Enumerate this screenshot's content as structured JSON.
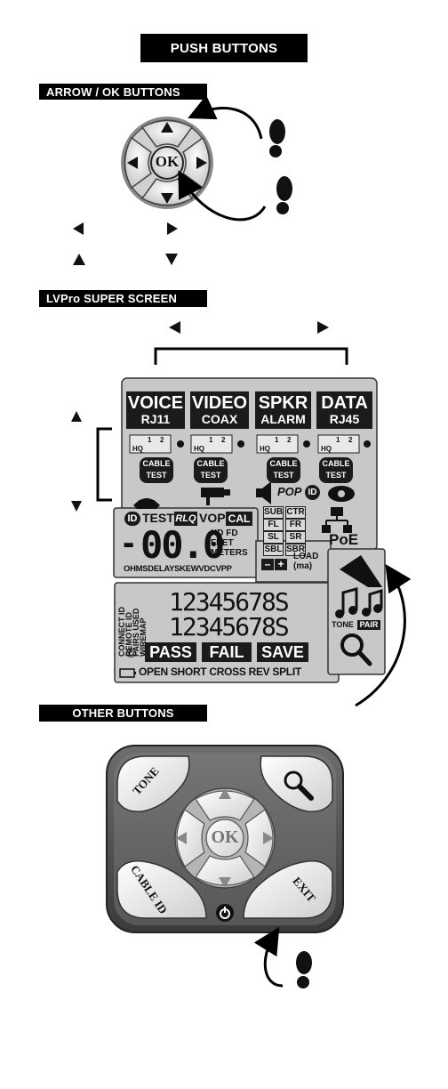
{
  "headers": {
    "push": "PUSH BUTTONS",
    "arrow_ok": "ARROW / OK BUTTONS",
    "super_screen": "LVPro SUPER SCREEN",
    "other": "OTHER BUTTONS"
  },
  "keypad": {
    "ok": "OK"
  },
  "lcd": {
    "modes": [
      {
        "top": "VOICE",
        "bottom": "RJ11"
      },
      {
        "top": "VIDEO",
        "bottom": "COAX"
      },
      {
        "top": "SPKR",
        "bottom": "ALARM"
      },
      {
        "top": "DATA",
        "bottom": "RJ45"
      }
    ],
    "hq": "HQ",
    "scale_1": "1",
    "scale_2": "2",
    "cable_test": [
      "CABLE",
      "TEST"
    ],
    "pop": "POP",
    "id": "ID",
    "poe": "PoE",
    "test_row": [
      "ID",
      "TEST",
      "RLQ",
      "VOP",
      "CAL"
    ],
    "minus": "-",
    "digits": "00.0",
    "units": [
      "HD FD",
      "FEET",
      "METERS"
    ],
    "bottom_units": "OHMSDELAYSKEWVDCVPP",
    "pairs": [
      "SUB",
      "CTR",
      "FL",
      "FR",
      "SL",
      "SR",
      "SBL",
      "SBR"
    ],
    "load": [
      "LOAD",
      "(ma)"
    ],
    "plus_minus": [
      "–",
      "+"
    ],
    "side_labels": [
      "CONNECT ID",
      "REMOTE ID",
      "PAIRS USED",
      "WIREMAP"
    ],
    "seg_row_1": "12345678S",
    "seg_row_2": "12345678S",
    "copyright": "©",
    "results": [
      "PASS",
      "FAIL",
      "SAVE"
    ],
    "faults": "OPEN SHORT CROSS REV SPLIT",
    "tone": "TONE",
    "pair": "PAIR"
  },
  "remote": {
    "tone": "TONE",
    "cable_id": "CABLE ID",
    "exit": "EXIT",
    "ok": "OK"
  },
  "icons": [
    "arrow-up-icon",
    "arrow-down-icon",
    "arrow-left-icon",
    "arrow-right-icon",
    "footprint-icon",
    "telephone-icon",
    "camera-icon",
    "speaker-icon",
    "network-icon",
    "music-note-icon",
    "magnifier-icon",
    "power-icon",
    "battery-icon"
  ]
}
